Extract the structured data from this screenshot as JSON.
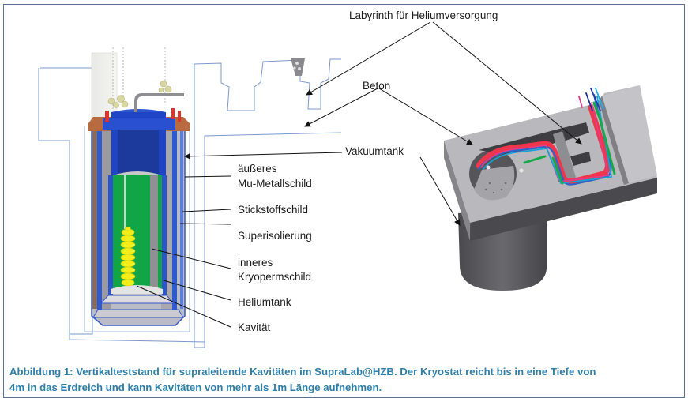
{
  "figure": {
    "labels": {
      "labyrinth": "Labyrinth für Heliumversorgung",
      "beton": "Beton",
      "vakuumtank": "Vakuumtank",
      "mu_metall_line1": "äußeres",
      "mu_metall_line2": "Mu-Metallschild",
      "stickstoff": "Stickstoffschild",
      "superisolierung": "Superisolierung",
      "kryoperm_line1": "inneres",
      "kryoperm_line2": "Kryopermschild",
      "heliumtank": "Heliumtank",
      "kavitaet": "Kavität"
    },
    "caption_line1": "Abbildung 1: Vertikalteststand für supraleitende Kavitäten im SupraLab@HZB. Der Kryostat reicht bis in eine Tiefe von",
    "caption_line2": "4m in das Erdreich und kann Kavitäten von mehr als 1m Länge aufnehmen."
  },
  "colors": {
    "caption": "#2e7fa8",
    "frame": "#5a7090",
    "outline": "#6f8fc0",
    "vessel_blue": "#1f47c8",
    "shield_green": "#12a84a",
    "cavity_yellow": "#f3ee1a",
    "concrete_gray": "#b8b8bc",
    "pipe_red": "#f0364a"
  }
}
